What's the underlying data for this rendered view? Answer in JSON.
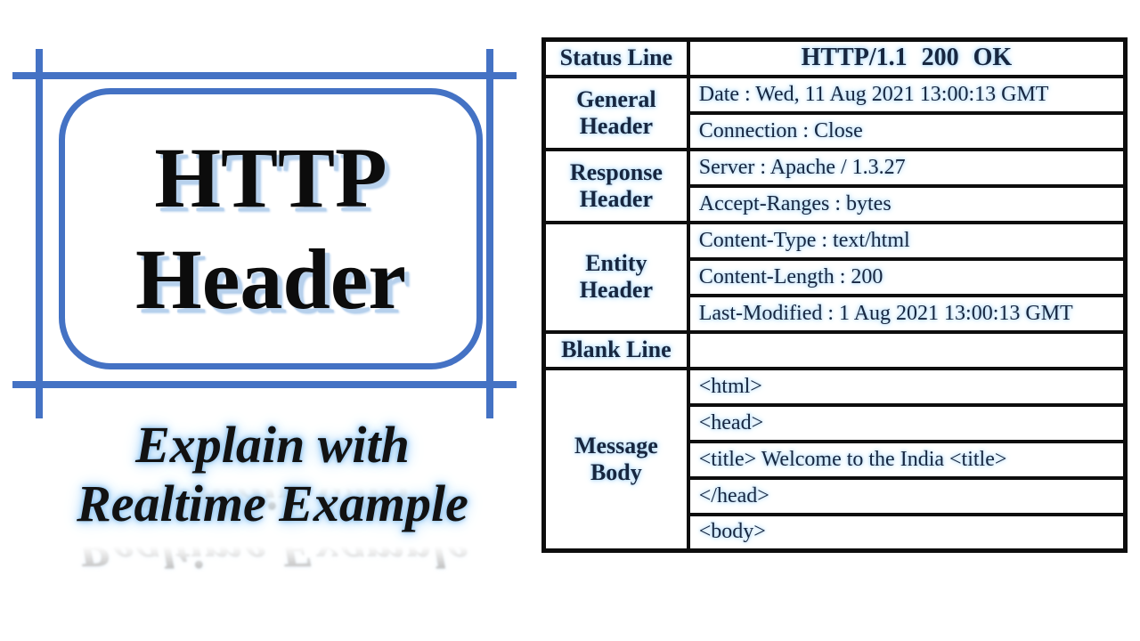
{
  "colors": {
    "accent_blue": "#4472c4",
    "table_border": "#0d0d0d",
    "text_navy": "#17263f",
    "glow_blue": "#aed7f6"
  },
  "left_panel": {
    "title_line1": "HTTP",
    "title_line2": "Header",
    "subtitle_line1": "Explain with",
    "subtitle_line2": "Realtime Example"
  },
  "table": {
    "groups": [
      {
        "label": "Status Line",
        "rows": [
          "HTTP/1.1 200 OK"
        ]
      },
      {
        "label": "General Header",
        "rows": [
          "Date : Wed, 11 Aug 2021 13:00:13 GMT",
          "Connection : Close"
        ]
      },
      {
        "label": "Response Header",
        "rows": [
          "Server : Apache / 1.3.27",
          "Accept-Ranges : bytes"
        ]
      },
      {
        "label": "Entity Header",
        "rows": [
          "Content-Type : text/html",
          "Content-Length : 200",
          "Last-Modified : 1 Aug 2021 13:00:13 GMT"
        ]
      },
      {
        "label": "Blank Line",
        "rows": [
          ""
        ]
      },
      {
        "label": "Message Body",
        "rows": [
          "<html>",
          "<head>",
          "<title> Welcome to the India <title>",
          "</head>",
          "<body>"
        ]
      }
    ]
  }
}
